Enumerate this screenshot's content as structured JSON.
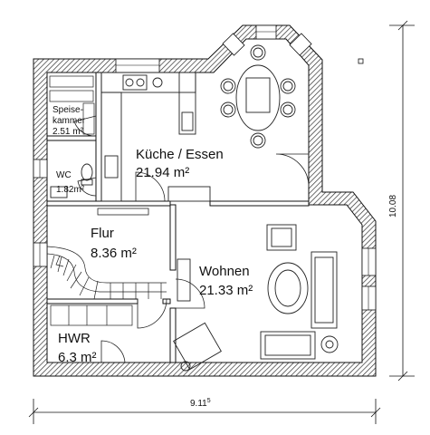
{
  "plan": {
    "rooms": [
      {
        "id": "kueche",
        "name": "Küche / Essen",
        "area": "21.94 m²"
      },
      {
        "id": "wohnen",
        "name": "Wohnen",
        "area": "21.33 m²"
      },
      {
        "id": "flur",
        "name": "Flur",
        "area": "8.36 m²"
      },
      {
        "id": "hwr",
        "name": "HWR",
        "area": "6.3 m²"
      },
      {
        "id": "speise",
        "name_line1": "Speise-",
        "name_line2": "kammer",
        "area": "2.51 m²"
      },
      {
        "id": "wc",
        "name": "WC",
        "area": "1.82m²"
      }
    ],
    "dimensions": {
      "width_base": "9.11",
      "width_sup": "5",
      "height": "10.08"
    }
  }
}
